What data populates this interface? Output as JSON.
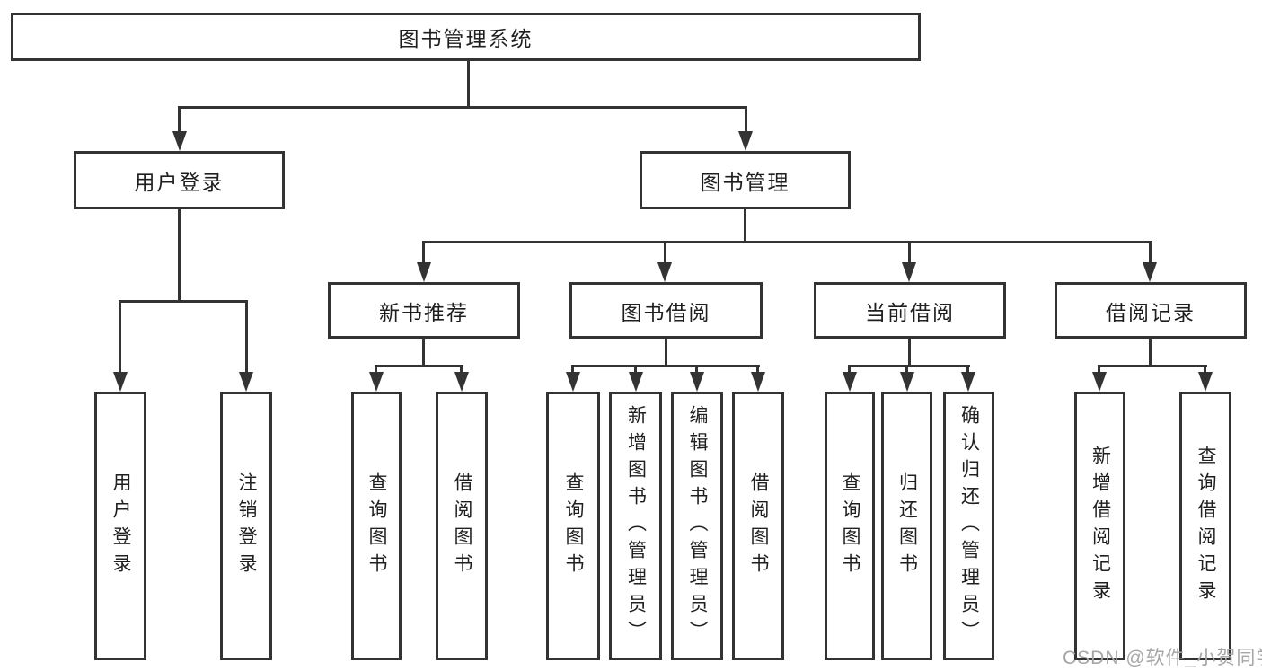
{
  "diagram": {
    "root": {
      "label": "图书管理系统"
    },
    "level2": [
      {
        "label": "用户登录"
      },
      {
        "label": "图书管理"
      }
    ],
    "level3": [
      {
        "label": "新书推荐"
      },
      {
        "label": "图书借阅"
      },
      {
        "label": "当前借阅"
      },
      {
        "label": "借阅记录"
      }
    ],
    "leaves": [
      {
        "label": "用户登录"
      },
      {
        "label": "注销登录"
      },
      {
        "label": "查询图书"
      },
      {
        "label": "借阅图书"
      },
      {
        "label": "查询图书"
      },
      {
        "label": "新增图书（管理员）"
      },
      {
        "label": "编辑图书（管理员）"
      },
      {
        "label": "借阅图书"
      },
      {
        "label": "查询图书"
      },
      {
        "label": "归还图书"
      },
      {
        "label": "确认归还（管理员）"
      },
      {
        "label": "新增借阅记录"
      },
      {
        "label": "查询借阅记录"
      }
    ]
  },
  "watermark": {
    "text": "CSDN @软件_小贺同学"
  },
  "colors": {
    "line": "#333333",
    "text": "#1f1f1f",
    "watermark": "#a6a6a6",
    "background": "#ffffff"
  }
}
